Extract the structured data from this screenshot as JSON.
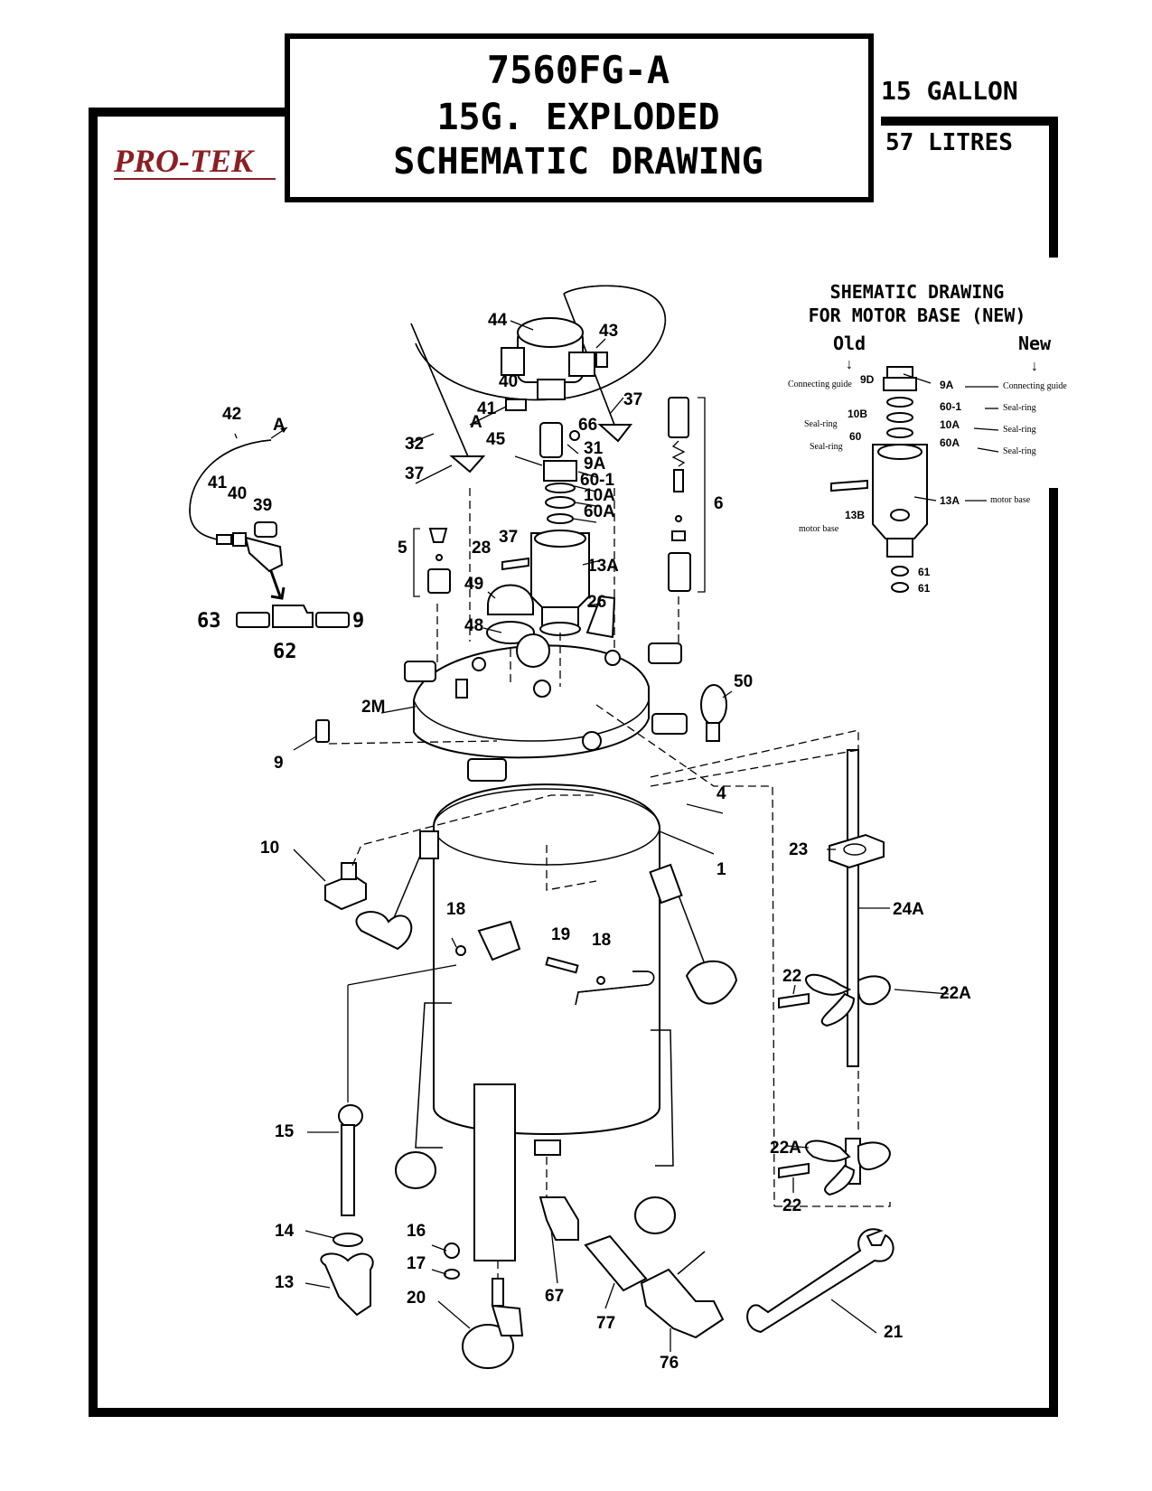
{
  "brand": "PRO-TEK",
  "title": {
    "line1": "7560FG-A",
    "line2": "15G. EXPLODED",
    "line3": "SCHEMATIC DRAWING"
  },
  "capacity": {
    "gallons": "15 GALLON",
    "litres": "57 LITRES"
  },
  "inset": {
    "title_line1": "SHEMATIC DRAWING",
    "title_line2": "FOR MOTOR BASE (NEW)",
    "old_label": "Old",
    "new_label": "New",
    "arrow": "↓",
    "parts": {
      "p9D": "9D",
      "p9A": "9A",
      "p60_1": "60-1",
      "p10B": "10B",
      "p10A": "10A",
      "p60": "60",
      "p60A": "60A",
      "p13A": "13A",
      "p13B": "13B",
      "p61a": "61",
      "p61b": "61"
    },
    "notes": {
      "guide_old": "Connecting guide",
      "guide_new": "Connecting guide",
      "seal1": "Seal-ring",
      "seal_left1": "Seal-ring",
      "seal2": "Seal-ring",
      "seal_left2": "Seal-ring",
      "seal3": "Seal-ring",
      "motor_base_right": "motor base",
      "motor_base_left": "motor base"
    }
  },
  "callouts": {
    "c44": "44",
    "c43": "43",
    "c40": "40",
    "c41": "41",
    "c37a": "37",
    "c66": "66",
    "c45": "45",
    "c31": "31",
    "c9A": "9A",
    "c60_1": "60-1",
    "c10A": "10A",
    "c60A": "60A",
    "c32": "32",
    "c37b": "37",
    "c37c": "37",
    "c28": "28",
    "c13A": "13A",
    "c6": "6",
    "c5": "5",
    "c49": "49",
    "c26": "26",
    "c48": "48",
    "c42": "42",
    "cA1": "A",
    "cA2": "A",
    "c41b": "41",
    "c40b": "40",
    "c39": "39",
    "c63": "63",
    "c62": "62",
    "c9b": "9",
    "c2M": "2M",
    "c50": "50",
    "c9": "9",
    "c4": "4",
    "c10": "10",
    "c1": "1",
    "c23": "23",
    "c24A": "24A",
    "c18a": "18",
    "c19": "19",
    "c18b": "18",
    "c22a": "22",
    "c22Aa": "22A",
    "c22Ab": "22A",
    "c22b": "22",
    "c15": "15",
    "c14": "14",
    "c13": "13",
    "c16": "16",
    "c17": "17",
    "c20": "20",
    "c67": "67",
    "c77": "77",
    "c76": "76",
    "c21": "21"
  }
}
